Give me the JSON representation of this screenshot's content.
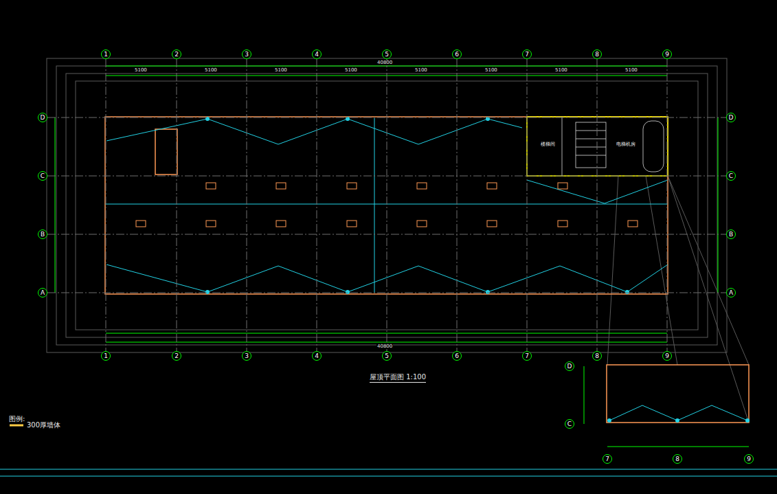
{
  "diagram": {
    "title": "屋顶平面图 1:100",
    "nodes": [
      {
        "text": [
          "1"
        ]
      },
      {
        "text": [
          "2"
        ]
      },
      {
        "text": [
          "3"
        ]
      },
      {
        "text": [
          "4"
        ]
      },
      {
        "text": [
          "5"
        ]
      },
      {
        "text": [
          "6"
        ]
      },
      {
        "text": [
          "7"
        ]
      },
      {
        "text": [
          "8"
        ]
      },
      {
        "text": [
          "9"
        ]
      },
      {
        "text": [
          "D"
        ]
      },
      {
        "text": [
          "C"
        ]
      },
      {
        "text": [
          "B"
        ]
      },
      {
        "text": [
          "A"
        ]
      },
      {
        "text": [
          "D"
        ]
      },
      {
        "text": [
          "C"
        ]
      },
      {
        "text": [
          "B"
        ]
      },
      {
        "text": [
          "A"
        ]
      },
      {
        "text": [
          "1"
        ]
      },
      {
        "text": [
          "2"
        ]
      },
      {
        "text": [
          "3"
        ]
      },
      {
        "text": [
          "4"
        ]
      },
      {
        "text": [
          "5"
        ]
      },
      {
        "text": [
          "6"
        ]
      },
      {
        "text": [
          "7"
        ]
      },
      {
        "text": [
          "8"
        ]
      },
      {
        "text": [
          "9"
        ]
      },
      {
        "text": [
          "D"
        ]
      },
      {
        "text": [
          "C"
        ]
      },
      {
        "text": [
          "7"
        ]
      },
      {
        "text": [
          "8"
        ]
      },
      {
        "text": [
          "9"
        ]
      }
    ],
    "edges": [
      {
        "from": 0,
        "to": 17,
        "arrow": "none"
      },
      {
        "from": 1,
        "to": 18,
        "arrow": "none"
      },
      {
        "from": 2,
        "to": 19,
        "arrow": "none"
      },
      {
        "from": 3,
        "to": 20,
        "arrow": "none"
      },
      {
        "from": 4,
        "to": 21,
        "arrow": "none"
      },
      {
        "from": 5,
        "to": 22,
        "arrow": "none"
      },
      {
        "from": 6,
        "to": 23,
        "arrow": "none"
      },
      {
        "from": 7,
        "to": 24,
        "arrow": "none"
      },
      {
        "from": 8,
        "to": 25,
        "arrow": "none"
      },
      {
        "from": 9,
        "to": 13,
        "arrow": "none"
      },
      {
        "from": 10,
        "to": 14,
        "arrow": "none"
      },
      {
        "from": 11,
        "to": 15,
        "arrow": "none"
      },
      {
        "from": 12,
        "to": 16,
        "arrow": "none"
      }
    ],
    "labels": [
      "40800",
      "5100",
      "5100",
      "5100",
      "5100",
      "5100",
      "5100",
      "5100",
      "5100",
      "40800",
      "楼梯间",
      "电梯机房",
      "图例:"
    ],
    "legend": [
      {
        "text": "300厚墙体"
      }
    ]
  }
}
